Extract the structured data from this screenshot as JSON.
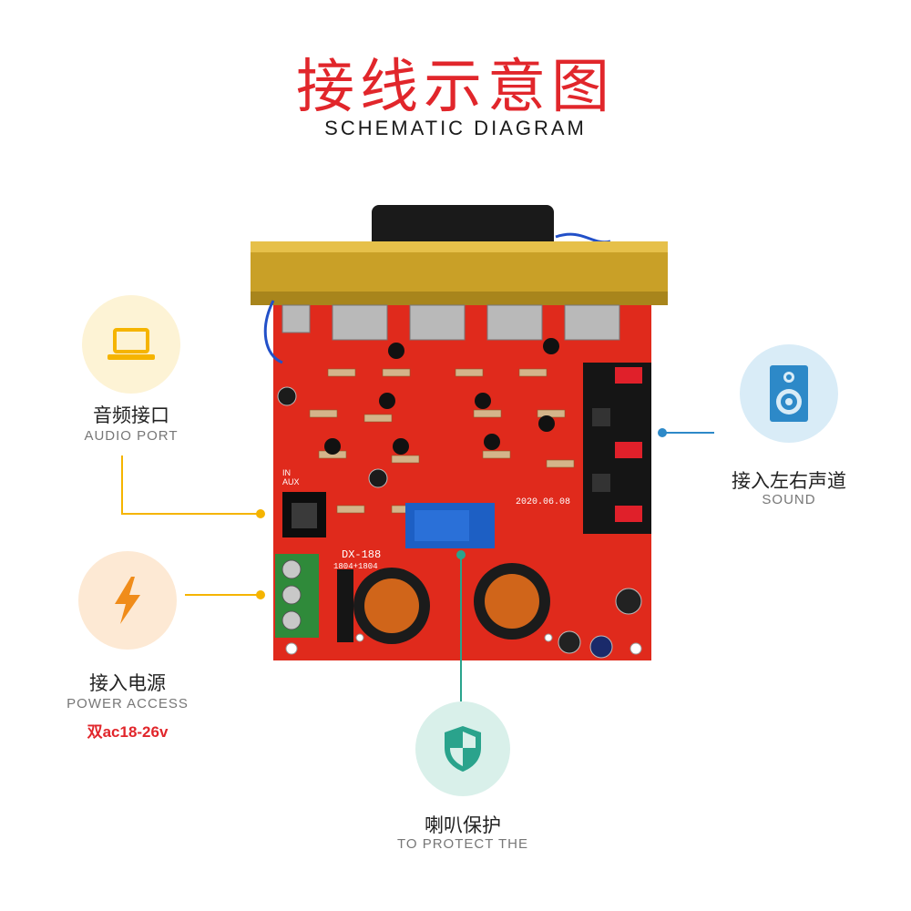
{
  "title": {
    "cn": "接线示意图",
    "en": "SCHEMATIC DIAGRAM"
  },
  "callouts": {
    "audio": {
      "cn": "音频接口",
      "en": "AUDIO PORT",
      "icon": "laptop-icon",
      "color": "#f5b400"
    },
    "sound": {
      "cn": "接入左右声道",
      "en": "SOUND",
      "icon": "speaker-icon",
      "color": "#2d89c8"
    },
    "power": {
      "cn": "接入电源",
      "en": "POWER ACCESS",
      "note": "双ac18-26v",
      "icon": "lightning-icon",
      "color": "#f08c1a"
    },
    "protect": {
      "cn": "喇叭保护",
      "en": "TO PROTECT THE",
      "icon": "shield-icon",
      "color": "#2aa38c"
    }
  },
  "board": {
    "silk_model": "DX-188",
    "silk_sub": "1804+1804",
    "silk_date": "2020.06.08",
    "silk_in": "IN",
    "silk_aux": "AUX"
  }
}
